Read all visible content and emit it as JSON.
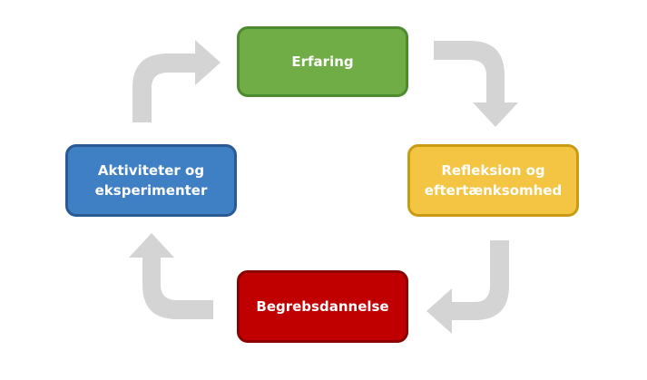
{
  "diagram": {
    "nodes": {
      "experience": {
        "label": "Erfaring",
        "color": "#70ad47"
      },
      "reflection": {
        "label_line1": "Refleksion og",
        "label_line2": "eftertænksomhed",
        "color": "#f4c542"
      },
      "concept": {
        "label": "Begrebsdannelse",
        "color": "#c00000"
      },
      "activity": {
        "label_line1": "Aktiviteter og",
        "label_line2": "eksperimenter",
        "color": "#3f7fc4"
      }
    },
    "edges": [
      {
        "from": "experience",
        "to": "reflection"
      },
      {
        "from": "reflection",
        "to": "concept"
      },
      {
        "from": "concept",
        "to": "activity"
      },
      {
        "from": "activity",
        "to": "experience"
      }
    ],
    "arrow_color": "#d4d4d4"
  }
}
